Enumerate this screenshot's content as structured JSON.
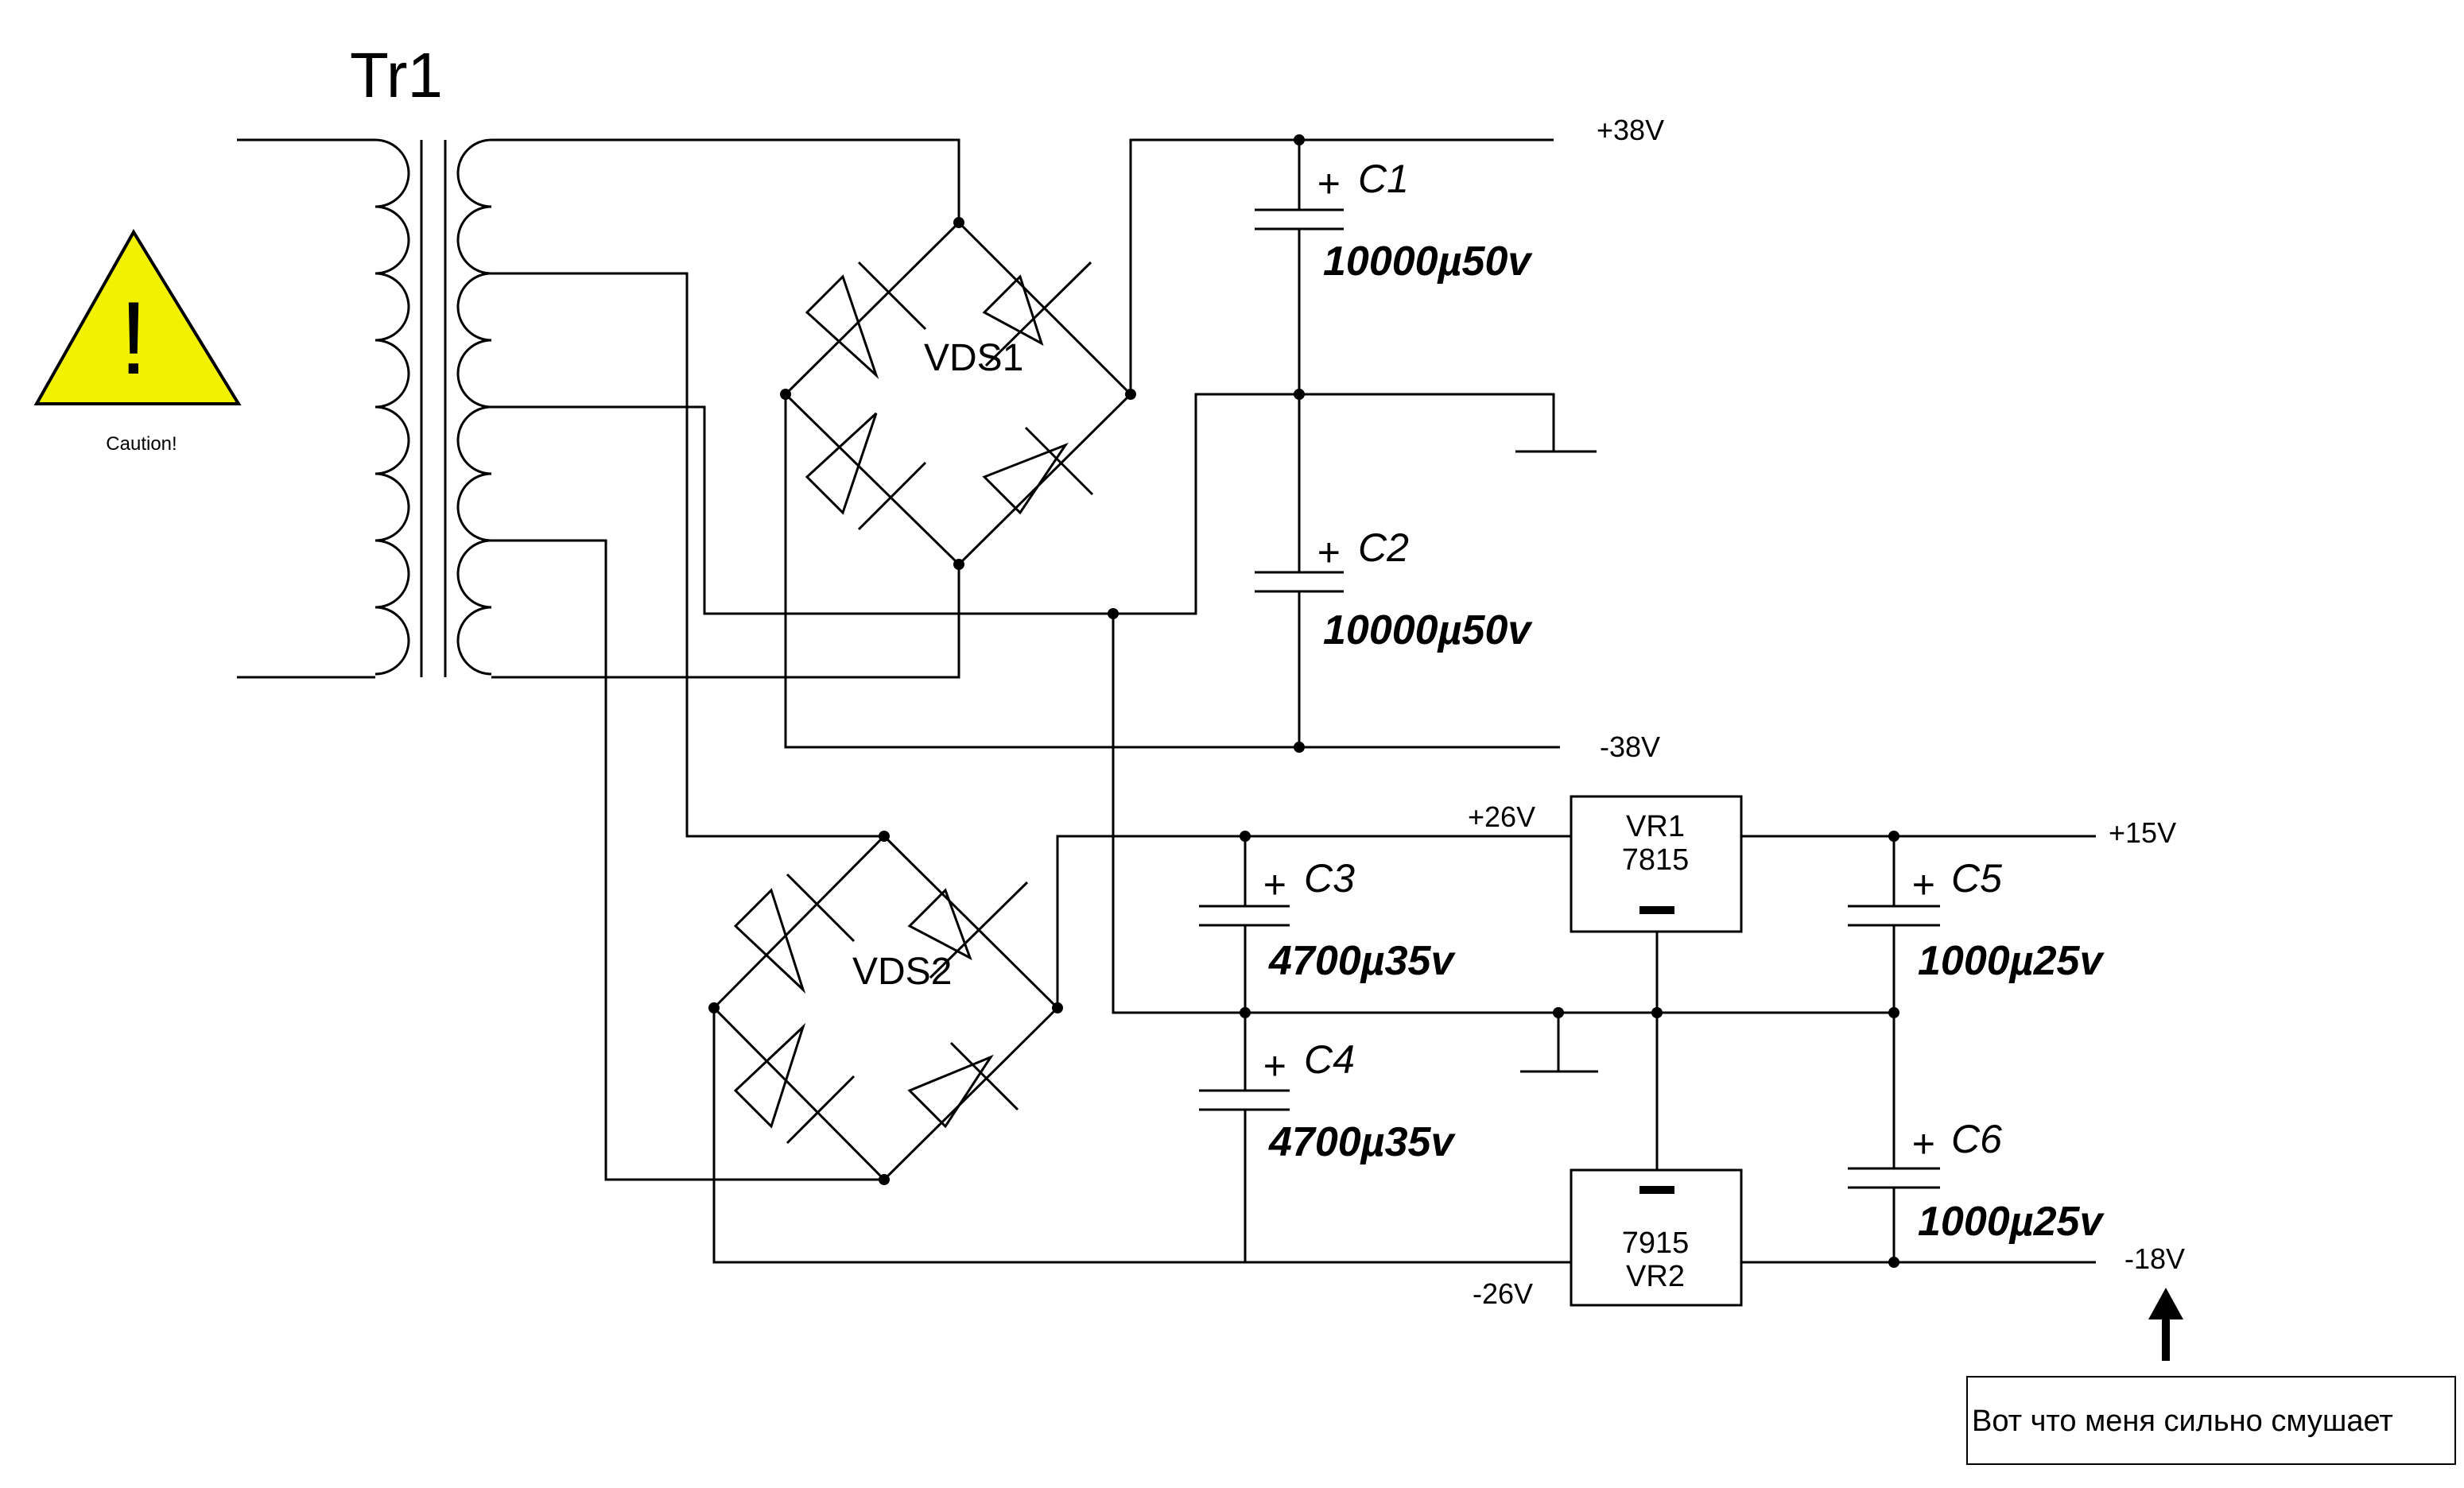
{
  "transformer": {
    "label": "Tr1"
  },
  "caution": {
    "symbol": "!",
    "text": "Caution!",
    "color": "#f2f200"
  },
  "bridges": [
    {
      "id": "bridge-1",
      "label": "VDS1"
    },
    {
      "id": "bridge-2",
      "label": "VDS2"
    }
  ],
  "capacitors": [
    {
      "id": "c1",
      "name": "C1",
      "value": "10000µ50v"
    },
    {
      "id": "c2",
      "name": "C2",
      "value": "10000µ50v"
    },
    {
      "id": "c3",
      "name": "C3",
      "value": "4700µ35v"
    },
    {
      "id": "c4",
      "name": "C4",
      "value": "4700µ35v"
    },
    {
      "id": "c5",
      "name": "C5",
      "value": "1000µ25v"
    },
    {
      "id": "c6",
      "name": "C6",
      "value": "1000µ25v"
    }
  ],
  "regulators": [
    {
      "id": "vr1",
      "name": "VR1",
      "part": "7815"
    },
    {
      "id": "vr2",
      "name": "VR2",
      "part": "7915"
    }
  ],
  "rails": {
    "plus38": "+38V",
    "minus38": "-38V",
    "plus26": "+26V",
    "minus26": "-26V",
    "plus15": "+15V",
    "minus18": "-18V"
  },
  "plus_sign": "+",
  "note": {
    "text": "Вот что меня сильно смушает"
  }
}
